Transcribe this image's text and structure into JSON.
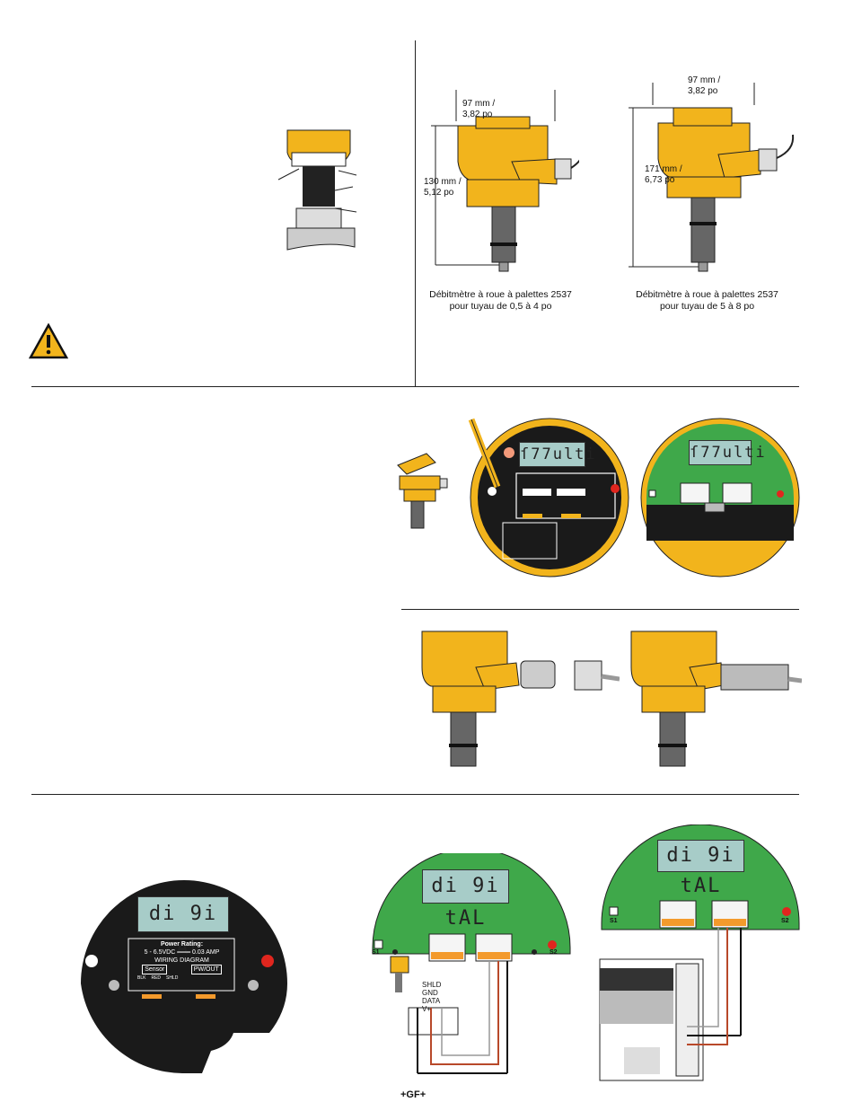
{
  "top_right": {
    "left_dim_width": "97 mm /\n3,82 po",
    "left_dim_height": "130 mm /\n5,12 po",
    "right_dim_width": "97 mm /\n3,82 po",
    "right_dim_height": "171 mm /\n6,73 po",
    "left_caption_1": "Débitmètre à roue à palettes 2537",
    "left_caption_2": "pour tuyau de 0,5 à 4 po",
    "right_caption_1": "Débitmètre à roue à palettes 2537",
    "right_caption_2": "pour tuyau de 5 à 8 po"
  },
  "display": {
    "multi_text": "ſ77ulti",
    "digital_text": "di 9i tAL"
  },
  "label_panel": {
    "power_rating": "Power Rating:",
    "power_value": "5 - 6.5VDC ═══ 0.03 AMP",
    "wiring": "WIRING DIAGRAM",
    "sensor": "Sensor",
    "pwout": "PW/OUT",
    "wires": [
      "BLK",
      "RED",
      "SHLD"
    ]
  },
  "terminals": {
    "s1": "S1",
    "s2": "S2",
    "data_labels": [
      "SHLD",
      "GND",
      "DATA",
      "V+"
    ],
    "minus": "-",
    "plus": "+"
  },
  "footer": {
    "brand": "+GF+"
  },
  "colors": {
    "yellow": "#f2b41c",
    "green": "#3fa84a",
    "black": "#1a1a1a",
    "lcd": "#a7ccc8",
    "orange": "#f39a2c"
  }
}
